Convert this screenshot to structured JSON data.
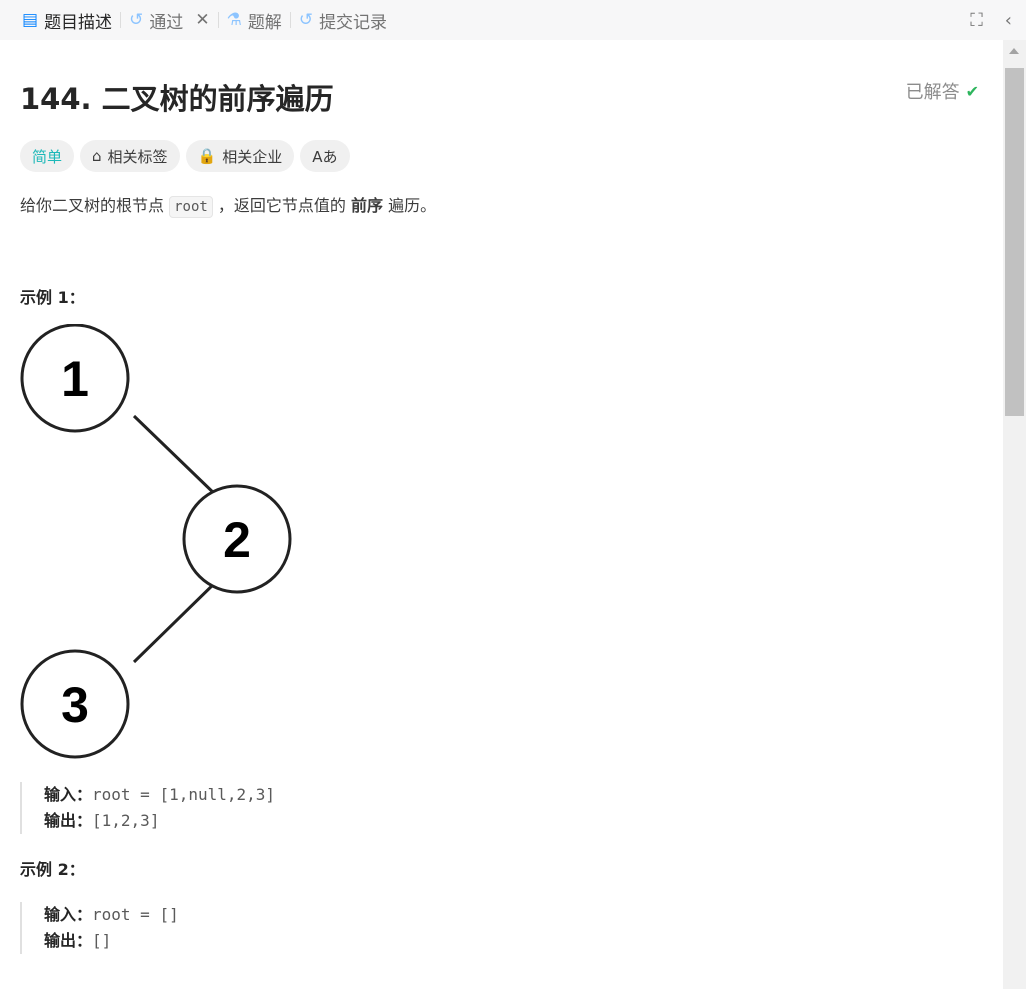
{
  "tabs": [
    {
      "label": "题目描述",
      "icon": "document-icon"
    },
    {
      "label": "通过",
      "icon": "history-icon"
    },
    {
      "label": "题解",
      "icon": "flask-icon"
    },
    {
      "label": "提交记录",
      "icon": "history-icon"
    }
  ],
  "problem": {
    "title": "144. 二叉树的前序遍历",
    "status": "已解答",
    "difficulty": "简单",
    "tags": [
      "相关标签",
      "相关企业"
    ],
    "translate": "Aあ"
  },
  "description": {
    "pre": "给你二叉树的根节点 ",
    "code": "root",
    "mid": " ，返回它节点值的 ",
    "bold": "前序",
    "post": " 遍历。"
  },
  "examples": [
    {
      "title": "示例 1：",
      "input_label": "输入：",
      "input": "root = [1,null,2,3]",
      "output_label": "输出：",
      "output": "[1,2,3]",
      "nodes": [
        "1",
        "2",
        "3"
      ]
    },
    {
      "title": "示例 2：",
      "input_label": "输入：",
      "input": "root = []",
      "output_label": "输出：",
      "output": "[]"
    }
  ]
}
